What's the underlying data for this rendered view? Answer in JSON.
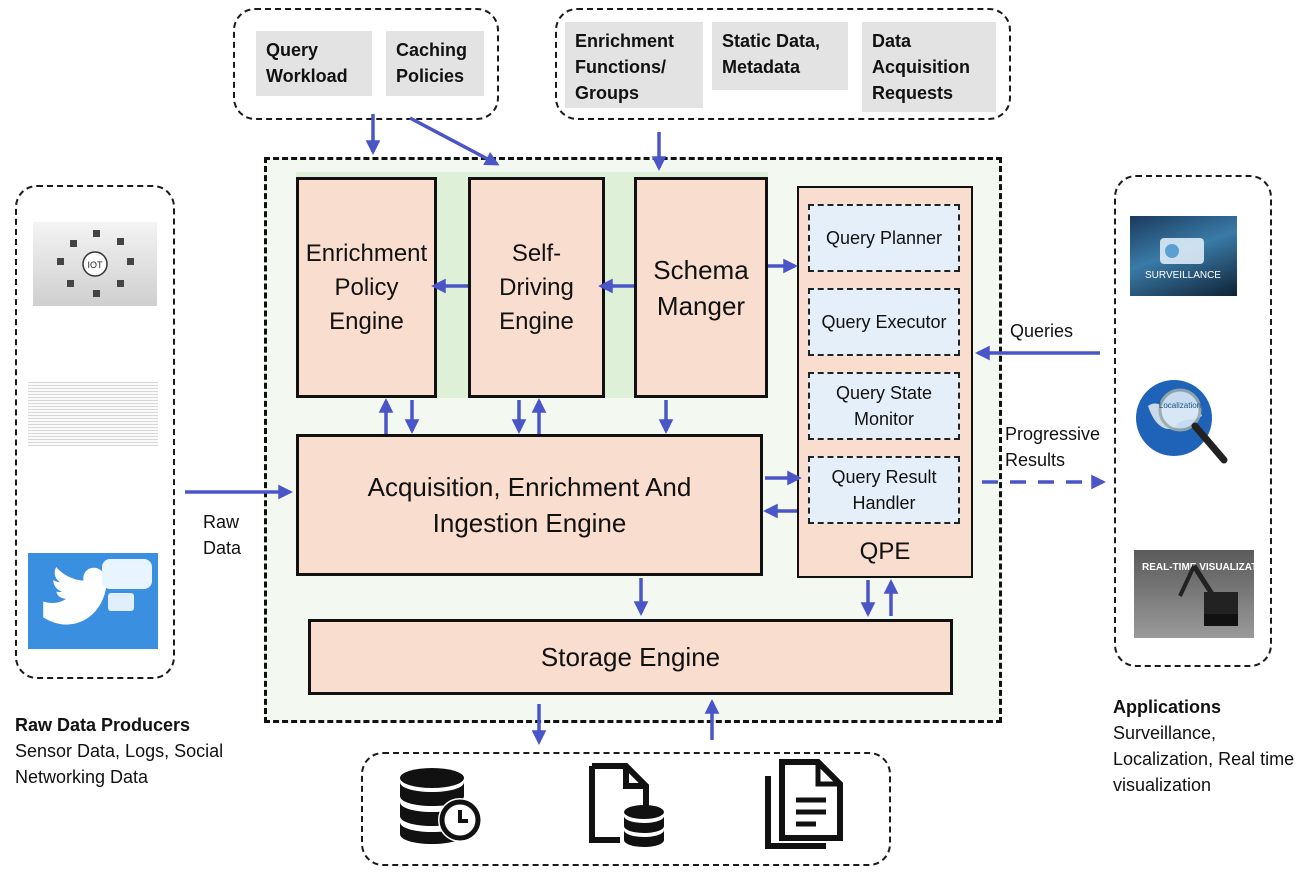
{
  "top_inputs": {
    "left": [
      "Query Workload",
      "Caching Policies"
    ],
    "right": [
      "Enrichment Functions/ Groups",
      "Static Data, Metadata",
      "Data Acquisition Requests"
    ]
  },
  "engines": {
    "enrichment_policy": "Enrichment Policy Engine",
    "self_driving": "Self-Driving Engine",
    "schema_manager": "Schema Manger",
    "acquisition": "Acquisition, Enrichment And Ingestion Engine",
    "storage": "Storage Engine"
  },
  "qpe": {
    "label": "QPE",
    "components": [
      "Query Planner",
      "Query Executor",
      "Query State Monitor",
      "Query Result Handler"
    ]
  },
  "edge_labels": {
    "raw_data": "Raw Data",
    "queries": "Queries",
    "progressive_results": "Progressive Results"
  },
  "producers": {
    "title": "Raw Data Producers",
    "description": "Sensor Data, Logs, Social Networking Data",
    "iot_label": "IOT"
  },
  "applications": {
    "title": "Applications",
    "description": "Surveillance, Localization, Real time visualization",
    "surveillance_label": "SURVEILLANCE",
    "localization_label": "Localization",
    "realtime_label": "REAL-TIME VISUALIZATION"
  },
  "storage_icons": [
    "database-clock-icon",
    "file-database-icon",
    "documents-icon"
  ]
}
